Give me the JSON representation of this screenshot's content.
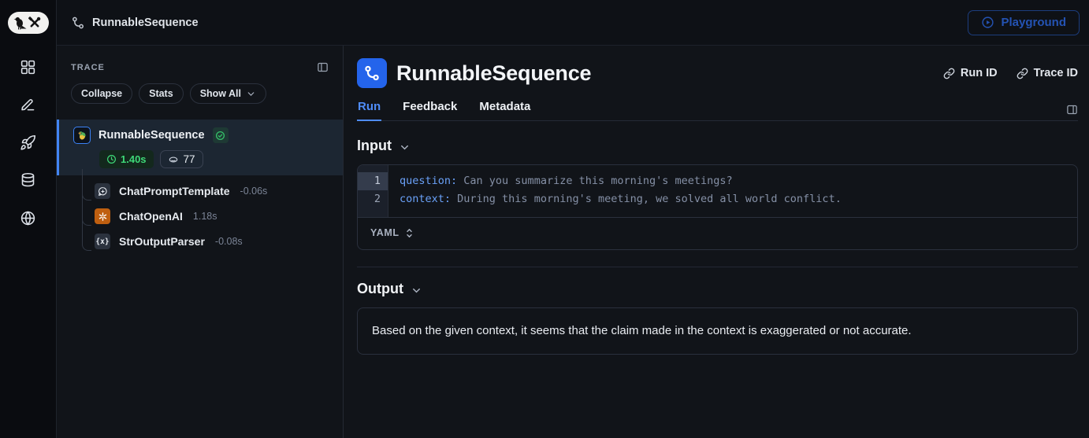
{
  "top_header": {
    "app_title": "RunnableSequence",
    "playground_label": "Playground"
  },
  "left_rail": {
    "items": [
      "dashboard-grid",
      "annotate-pencil",
      "rocket",
      "datasets-database",
      "hub-globe"
    ]
  },
  "trace_panel": {
    "title": "TRACE",
    "buttons": {
      "collapse": "Collapse",
      "stats": "Stats",
      "show_all": "Show All"
    },
    "root": {
      "name": "RunnableSequence",
      "status": "success",
      "latency": "1.40s",
      "tokens": "77"
    },
    "children": [
      {
        "name": "ChatPromptTemplate",
        "duration": "-0.06s",
        "icon": "message-plus"
      },
      {
        "name": "ChatOpenAI",
        "duration": "1.18s",
        "icon": "openai-logo"
      },
      {
        "name": "StrOutputParser",
        "duration": "-0.08s",
        "icon": "braces",
        "glyph": "{x}"
      }
    ]
  },
  "main": {
    "title": "RunnableSequence",
    "run_id_label": "Run ID",
    "trace_id_label": "Trace ID",
    "tabs": [
      {
        "label": "Run",
        "active": true
      },
      {
        "label": "Feedback",
        "active": false
      },
      {
        "label": "Metadata",
        "active": false
      }
    ],
    "input": {
      "heading": "Input",
      "format": "YAML",
      "lines": [
        {
          "num": "1",
          "key": "question:",
          "value": " Can you summarize this morning's meetings?"
        },
        {
          "num": "2",
          "key": "context:",
          "value": " During this morning's meeting, we solved all world conflict."
        }
      ]
    },
    "output": {
      "heading": "Output",
      "text": "Based on the given context, it seems that the claim made in the context is exaggerated or not accurate."
    }
  },
  "icons": {
    "logo": "langsmith-parrot-and-tools",
    "run_type": "workflow-sequence",
    "status": "check-circle",
    "latency": "clock",
    "tokens": "coin",
    "ids": "chain-link",
    "playground": "play-circle",
    "panel_toggle": "sidebar-split",
    "format_select": "up-down-chevrons"
  },
  "colors": {
    "accent_blue": "#2464eb",
    "tab_active": "#4f8cf7",
    "success_green": "#3ed978",
    "openai_orange": "#bf5f10",
    "selected_row_bg": "#1c2632",
    "panel_bg": "#111419",
    "rail_bg": "#0a0c10"
  }
}
